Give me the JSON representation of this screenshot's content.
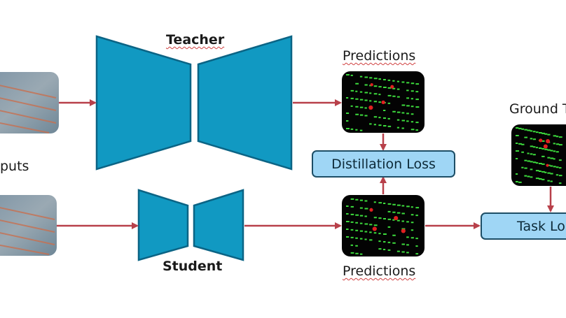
{
  "labels": {
    "teacher": "Teacher",
    "student": "Student",
    "inputs": "puts",
    "predictions_top": "Predictions",
    "predictions_bottom": "Predictions",
    "ground_truth": "Ground T",
    "distillation_loss": "Distillation Loss",
    "task_loss": "Task Lo"
  },
  "colors": {
    "network_fill": "#1199c2",
    "network_stroke": "#0b6485",
    "arrow": "#b8404a",
    "loss_box_fill": "#9fd6f5",
    "prediction_dots": "#3ddc3d",
    "prediction_highlight": "#e02020"
  }
}
